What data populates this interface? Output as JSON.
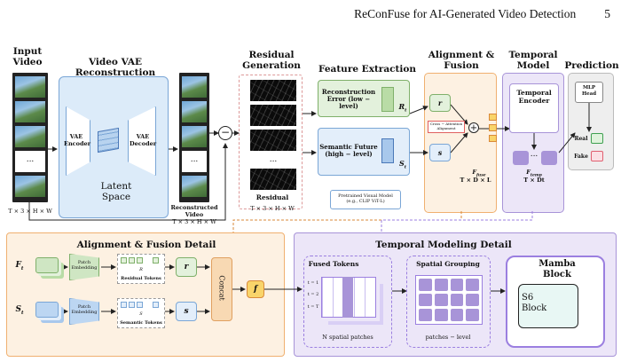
{
  "header": {
    "running_title": "ReConFuse for AI-Generated Video Detection",
    "page_number": "5"
  },
  "pipeline": {
    "input_video": {
      "title": "Input Video",
      "dims": "T × 3 × H × W"
    },
    "vae": {
      "title": "Video VAE Reconstruction",
      "encoder": "VAE Encoder",
      "decoder": "VAE Decoder",
      "latent": "Latent Space"
    },
    "reconstructed": {
      "label": "Reconstructed Video",
      "dims": "T × 3 × H × W"
    },
    "minus_symbol": "−",
    "residual_generation": {
      "title": "Residual Generation",
      "label": "Residual",
      "dims": "T × 3 × H × W",
      "ellipsis": "..."
    },
    "feature_extraction": {
      "title": "Feature Extraction",
      "recon_error": "Reconstruction Error (low − level)",
      "r_symbol": "R",
      "r_sub": "t",
      "semantic": "Semantic Future (high − level)",
      "s_symbol": "S",
      "s_sub": "t",
      "pretrained": "Pretrained Visual Model (e.g., CLIP ViT-L)"
    },
    "alignment": {
      "title": "Alignment & Fusion",
      "cross_attention": "Cross − Attention Alignment",
      "plus": "+",
      "ffuse": "F",
      "ffuse_sub": "fuse",
      "ffuse_dims": "T × D × L",
      "r_t": "r",
      "s_t": "s"
    },
    "temporal_model": {
      "title": "Temporal Model",
      "encoder": "Temporal Encoder",
      "ftemp": "F",
      "ftemp_sub": "temp",
      "ftemp_dims": "T × Dt",
      "ellipsis": "..."
    },
    "prediction": {
      "title": "Prediction",
      "mlp": "MLP Head",
      "real": "Real",
      "fake": "Fake"
    }
  },
  "fusion_detail": {
    "title": "Alignment & Fusion Detail",
    "f_label": "F",
    "f_sub": "t",
    "s_label": "S",
    "s_sub": "t",
    "patch_embedding": "Patch Embedding",
    "residual_tokens": "Residual Tokens",
    "semantic_tokens": "Semantic Tokens",
    "r_formula": "R",
    "s_formula": "S",
    "concat": "Concat",
    "f_out": "f",
    "r_out": "r",
    "s_out": "s"
  },
  "temporal_detail": {
    "title": "Temporal Modeling Detail",
    "fused_tokens": "Fused Tokens",
    "rows": [
      "t = 1",
      "t = 2",
      "t = T"
    ],
    "n_patches": "N spatial patches",
    "spatial_grouping": "Spatial Grouping",
    "patches_level": "patches − level",
    "mamba": "Mamba Block",
    "s6": "S6 Block"
  },
  "colors": {
    "vae_fill": "#dcebf9",
    "vae_border": "#7aa6d6",
    "fusion_fill": "#fdf1e2",
    "fusion_border": "#f0b070",
    "temporal_fill": "#ece6f8",
    "temporal_border": "#a894d8",
    "green_fill": "#e3f1dc",
    "green_border": "#7fb06a",
    "blue_fill": "#e3eefa",
    "blue_border": "#7aa6d6",
    "concat_fill": "#f8d9b3",
    "ffuse_fill": "#f9d46a",
    "mamba_border": "#9b7fe0"
  }
}
